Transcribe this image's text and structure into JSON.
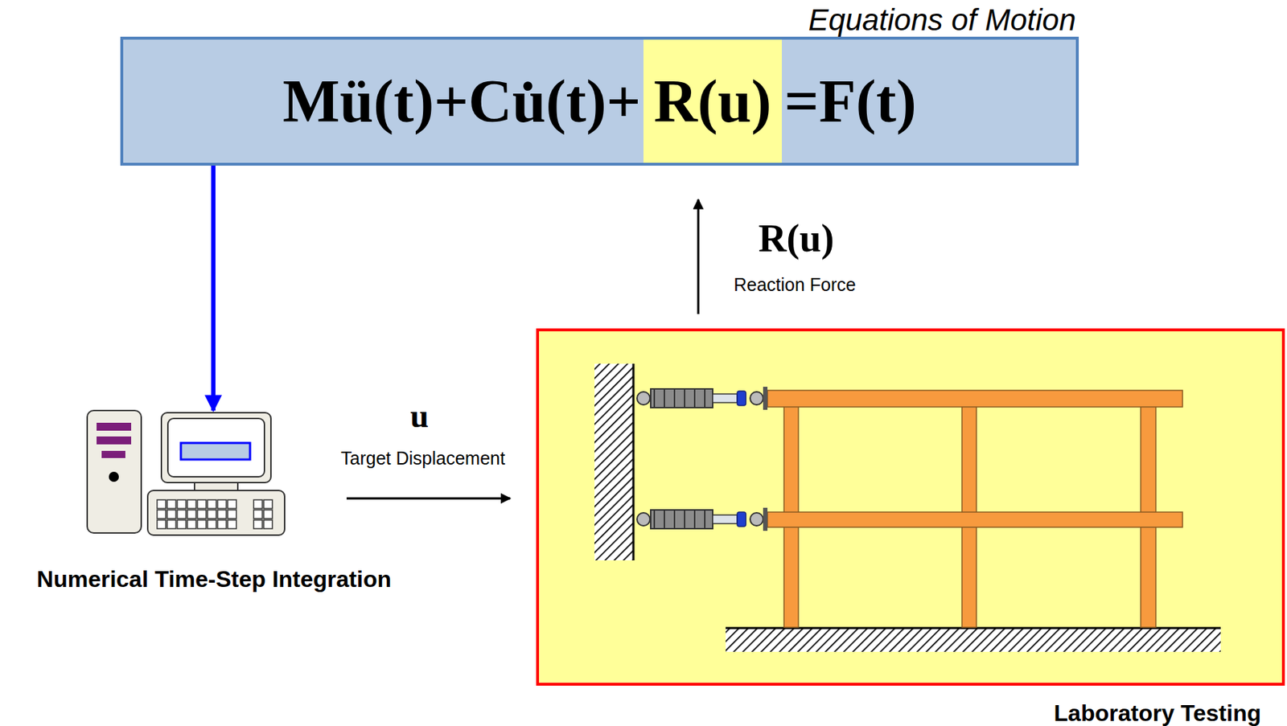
{
  "diagram": {
    "nodes": [
      {
        "text": [
          "Equations of Motion",
          "Mü(t)+Cu̇(t)+",
          "R(u)",
          "=F(t)"
        ]
      },
      {
        "text": [
          "Numerical Time-Step Integration"
        ]
      },
      {
        "text": [
          "Laboratory Testing"
        ]
      }
    ],
    "edges": [
      {
        "from": 0,
        "to": 1,
        "arrow": "to"
      },
      {
        "from": 1,
        "to": 2,
        "arrow": "to",
        "label": "Target Displacement"
      },
      {
        "from": 2,
        "to": 0,
        "arrow": "to",
        "label": "Reaction Force"
      }
    ],
    "labels": [
      "u",
      "R(u)"
    ]
  }
}
